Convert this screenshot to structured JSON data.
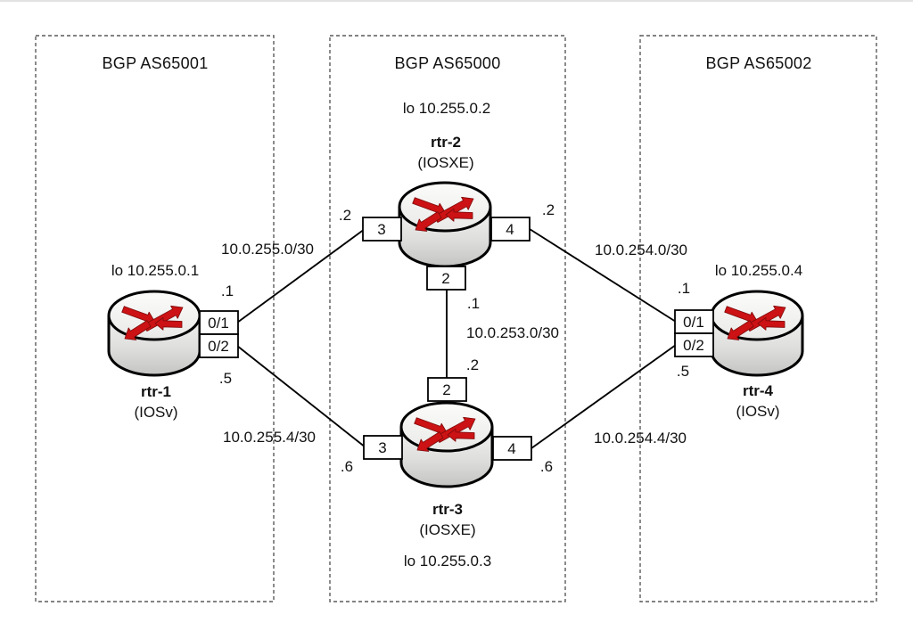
{
  "as_boxes": [
    {
      "label": "BGP AS65001"
    },
    {
      "label": "BGP AS65000"
    },
    {
      "label": "BGP AS65002"
    }
  ],
  "routers": [
    {
      "name": "rtr-1",
      "platform": "(IOSv)",
      "loopback": "lo 10.255.0.1",
      "ports": [
        {
          "label": "0/1"
        },
        {
          "label": "0/2"
        }
      ]
    },
    {
      "name": "rtr-2",
      "platform": "(IOSXE)",
      "loopback": "lo 10.255.0.2",
      "ports": [
        {
          "label": "3"
        },
        {
          "label": "4"
        },
        {
          "label": "2"
        }
      ]
    },
    {
      "name": "rtr-3",
      "platform": "(IOSXE)",
      "loopback": "lo 10.255.0.3",
      "ports": [
        {
          "label": "3"
        },
        {
          "label": "4"
        },
        {
          "label": "2"
        }
      ]
    },
    {
      "name": "rtr-4",
      "platform": "(IOSv)",
      "loopback": "lo 10.255.0.4",
      "ports": [
        {
          "label": "0/1"
        },
        {
          "label": "0/2"
        }
      ]
    }
  ],
  "links": [
    {
      "subnet": "10.0.255.0/30",
      "a_router": "rtr-1",
      "a_port": "0/1",
      "a_ip": ".1",
      "b_router": "rtr-2",
      "b_port": "3",
      "b_ip": ".2"
    },
    {
      "subnet": "10.0.255.4/30",
      "a_router": "rtr-1",
      "a_port": "0/2",
      "a_ip": ".5",
      "b_router": "rtr-3",
      "b_port": "3",
      "b_ip": ".6"
    },
    {
      "subnet": "10.0.253.0/30",
      "a_router": "rtr-2",
      "a_port": "2",
      "a_ip": ".1",
      "b_router": "rtr-3",
      "b_port": "2",
      "b_ip": ".2"
    },
    {
      "subnet": "10.0.254.0/30",
      "a_router": "rtr-2",
      "a_port": "4",
      "a_ip": ".2",
      "b_router": "rtr-4",
      "b_port": "0/1",
      "b_ip": ".1"
    },
    {
      "subnet": "10.0.254.4/30",
      "a_router": "rtr-3",
      "a_port": "4",
      "a_ip": ".6",
      "b_router": "rtr-4",
      "b_port": "0/2",
      "b_ip": ".5"
    }
  ],
  "colors": {
    "router_arrow_red": "#cc1214",
    "outline_black": "#000000",
    "dashed_border_gray": "#5a5a5a"
  }
}
